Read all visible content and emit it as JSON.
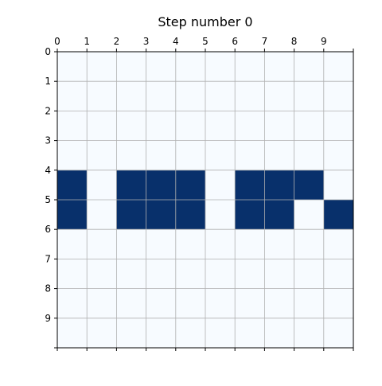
{
  "chart_data": {
    "type": "heatmap",
    "title": "Step number 0",
    "xlabel": "",
    "ylabel": "",
    "x_ticks": [
      "0",
      "1",
      "2",
      "3",
      "4",
      "5",
      "6",
      "7",
      "8",
      "9"
    ],
    "y_ticks": [
      "0",
      "1",
      "2",
      "3",
      "4",
      "5",
      "6",
      "7",
      "8",
      "9"
    ],
    "xlim": [
      0,
      10
    ],
    "ylim": [
      10,
      0
    ],
    "x_tick_position": "top",
    "grid": true,
    "colors": {
      "filled": "#08306b",
      "empty": "#f7fbff",
      "grid": "#b0b0b0"
    },
    "grid_values": [
      [
        0,
        0,
        0,
        0,
        0,
        0,
        0,
        0,
        0,
        0
      ],
      [
        0,
        0,
        0,
        0,
        0,
        0,
        0,
        0,
        0,
        0
      ],
      [
        0,
        0,
        0,
        0,
        0,
        0,
        0,
        0,
        0,
        0
      ],
      [
        0,
        0,
        0,
        0,
        0,
        0,
        0,
        0,
        0,
        0
      ],
      [
        1,
        0,
        1,
        1,
        1,
        0,
        1,
        1,
        1,
        0
      ],
      [
        1,
        0,
        1,
        1,
        1,
        0,
        1,
        1,
        0,
        1
      ],
      [
        0,
        0,
        0,
        0,
        0,
        0,
        0,
        0,
        0,
        0
      ],
      [
        0,
        0,
        0,
        0,
        0,
        0,
        0,
        0,
        0,
        0
      ],
      [
        0,
        0,
        0,
        0,
        0,
        0,
        0,
        0,
        0,
        0
      ],
      [
        0,
        0,
        0,
        0,
        0,
        0,
        0,
        0,
        0,
        0
      ]
    ]
  }
}
